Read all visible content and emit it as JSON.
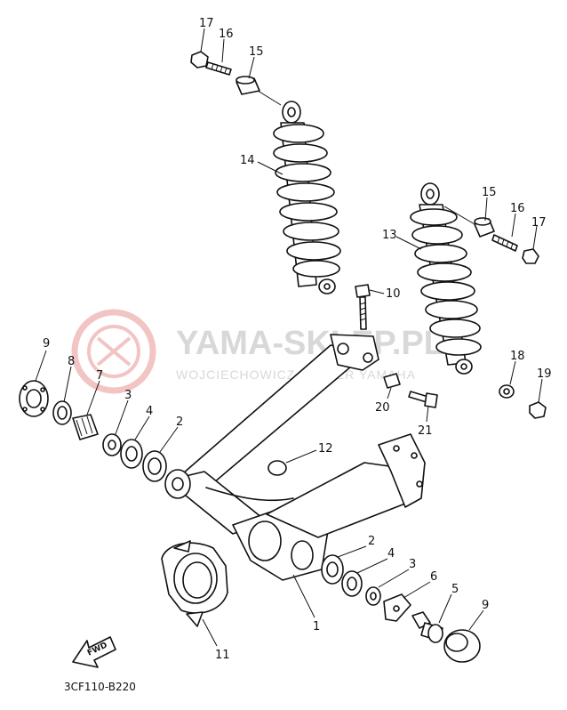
{
  "watermark": {
    "title": "YAMA-SKLEP.PL",
    "subtitle": "WOJCIECHOWICZ DEALER YAMAHA"
  },
  "diagram_code": "3CF110-B220",
  "fwd_label": "FWD",
  "callouts": [
    {
      "id": "c17a",
      "text": "17"
    },
    {
      "id": "c16a",
      "text": "16"
    },
    {
      "id": "c15a",
      "text": "15"
    },
    {
      "id": "c14",
      "text": "14"
    },
    {
      "id": "c15b",
      "text": "15"
    },
    {
      "id": "c16b",
      "text": "16"
    },
    {
      "id": "c17b",
      "text": "17"
    },
    {
      "id": "c13",
      "text": "13"
    },
    {
      "id": "c10",
      "text": "10"
    },
    {
      "id": "c18",
      "text": "18"
    },
    {
      "id": "c19",
      "text": "19"
    },
    {
      "id": "c20",
      "text": "20"
    },
    {
      "id": "c21",
      "text": "21"
    },
    {
      "id": "c9a",
      "text": "9"
    },
    {
      "id": "c8",
      "text": "8"
    },
    {
      "id": "c7",
      "text": "7"
    },
    {
      "id": "c3a",
      "text": "3"
    },
    {
      "id": "c4a",
      "text": "4"
    },
    {
      "id": "c2a",
      "text": "2"
    },
    {
      "id": "c12",
      "text": "12"
    },
    {
      "id": "c2b",
      "text": "2"
    },
    {
      "id": "c4b",
      "text": "4"
    },
    {
      "id": "c3b",
      "text": "3"
    },
    {
      "id": "c6",
      "text": "6"
    },
    {
      "id": "c5",
      "text": "5"
    },
    {
      "id": "c9b",
      "text": "9"
    },
    {
      "id": "c1",
      "text": "1"
    },
    {
      "id": "c11",
      "text": "11"
    }
  ]
}
